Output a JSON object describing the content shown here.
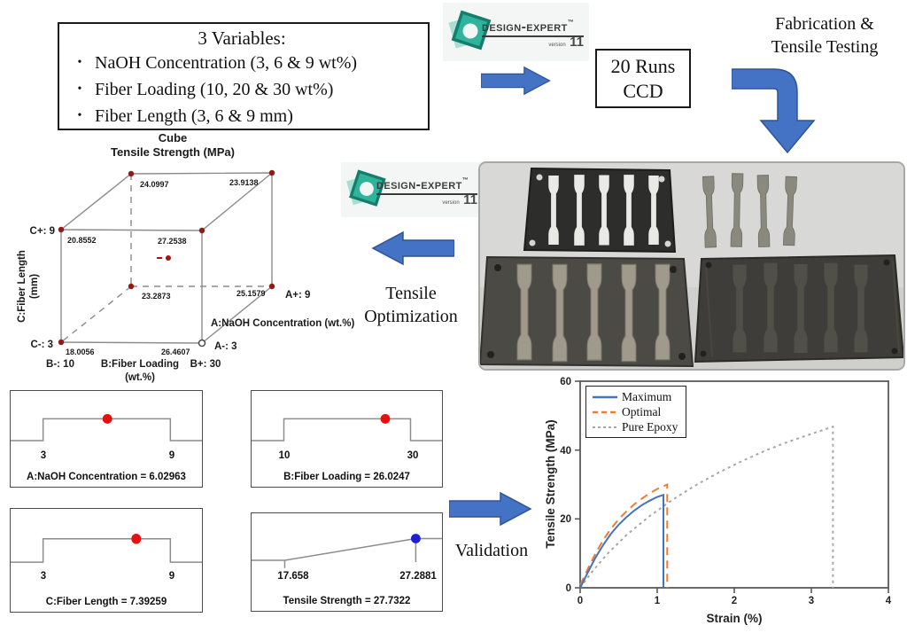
{
  "colors": {
    "arrow_fill": "#4472c4",
    "arrow_stroke": "#2f5496",
    "dot_red": "#e8100c",
    "dot_blue": "#1f1fd4",
    "corner_red": "#8e1a1a",
    "line_gray": "#8c8c8c"
  },
  "variables_box": {
    "title": "3 Variables:",
    "bullet": "•",
    "items": [
      "NaOH Concentration (3, 6 & 9 wt%)",
      "Fiber Loading (10, 20 & 30 wt%)",
      "Fiber Length (3, 6 & 9 mm)"
    ]
  },
  "logo": {
    "name": "Design-Expert",
    "trademark": "™",
    "version_label": "version",
    "version_number": "11"
  },
  "ccd_box": {
    "line1": "20 Runs",
    "line2": "CCD"
  },
  "flow": {
    "fabrication_line1": "Fabrication &",
    "fabrication_line2": "Tensile Testing",
    "tensile_line1": "Tensile",
    "tensile_line2": "Optimization",
    "validation": "Validation"
  },
  "cube": {
    "title": "Cube",
    "subtitle": "Tensile Strength (MPa)",
    "values": {
      "top_back_left": "24.0997",
      "top_back_right": "23.9138",
      "top_front_left": "20.8552",
      "top_front_right": "27.2538",
      "bottom_back_left": "23.2873",
      "bottom_back_right": "25.1579",
      "bottom_front_left": "18.0056",
      "bottom_front_right": "26.4607"
    },
    "corners": {
      "c_plus": "C+: 9",
      "c_minus": "C-: 3",
      "b_minus": "B-: 10",
      "b_plus": "B+: 30",
      "a_minus": "A-: 3",
      "a_plus": "A+: 9"
    },
    "axes": {
      "a": "A:NaOH Concentration (wt.%)",
      "b_line1": "B:Fiber Loading",
      "b_line2": "(wt.%)",
      "c_line1": "C:Fiber Length",
      "c_line2": "(mm)"
    }
  },
  "factor_plots": [
    {
      "caption": "A:NaOH Concentration = 6.02963",
      "low_label": "3",
      "high_label": "9",
      "dot_frac": 0.505,
      "dot_color": "red",
      "type": "step"
    },
    {
      "caption": "B:Fiber Loading = 26.0247",
      "low_label": "10",
      "high_label": "30",
      "dot_frac": 0.801,
      "dot_color": "red",
      "type": "step"
    },
    {
      "caption": "C:Fiber Length = 7.39259",
      "low_label": "3",
      "high_label": "9",
      "dot_frac": 0.732,
      "dot_color": "red",
      "type": "step"
    },
    {
      "caption": "Tensile Strength = 27.7322",
      "low_label": "17.658",
      "high_label": "27.2881",
      "dot_frac": 1.0,
      "dot_color": "blue",
      "type": "ramp"
    }
  ],
  "chart_data": {
    "type": "line",
    "xlabel": "Strain (%)",
    "ylabel": "Tensile Strength (MPa)",
    "xlim": [
      0,
      4
    ],
    "ylim": [
      0,
      60
    ],
    "x_ticks": [
      0,
      1,
      2,
      3,
      4
    ],
    "y_ticks": [
      0,
      20,
      40,
      60
    ],
    "grid": false,
    "legend_position": "top-left",
    "series": [
      {
        "name": "Maximum",
        "style": "solid",
        "color": "#4472c4",
        "peak_strain": 1.08,
        "peak_stress": 27,
        "points": [
          [
            0,
            0
          ],
          [
            0.1,
            4.5
          ],
          [
            0.2,
            8.8
          ],
          [
            0.3,
            12.5
          ],
          [
            0.4,
            15.7
          ],
          [
            0.5,
            18.3
          ],
          [
            0.6,
            20.5
          ],
          [
            0.7,
            22.4
          ],
          [
            0.8,
            24
          ],
          [
            0.9,
            25.3
          ],
          [
            1.0,
            26.4
          ],
          [
            1.08,
            27
          ],
          [
            1.08,
            0
          ]
        ]
      },
      {
        "name": "Optimal",
        "style": "dashed",
        "color": "#ed7d31",
        "peak_strain": 1.13,
        "peak_stress": 30,
        "points": [
          [
            0,
            0.8
          ],
          [
            0.1,
            5.5
          ],
          [
            0.2,
            10
          ],
          [
            0.3,
            13.9
          ],
          [
            0.4,
            17.2
          ],
          [
            0.5,
            19.9
          ],
          [
            0.6,
            22.2
          ],
          [
            0.7,
            24.2
          ],
          [
            0.8,
            25.9
          ],
          [
            0.9,
            27.4
          ],
          [
            1.0,
            28.7
          ],
          [
            1.13,
            30
          ],
          [
            1.13,
            0
          ]
        ]
      },
      {
        "name": "Pure Epoxy",
        "style": "dotted",
        "color": "#a6a6a6",
        "peak_strain": 3.28,
        "peak_stress": 47,
        "points": [
          [
            0,
            0
          ],
          [
            0.15,
            4.5
          ],
          [
            0.35,
            9.8
          ],
          [
            0.6,
            15.3
          ],
          [
            0.9,
            20.8
          ],
          [
            1.2,
            25.6
          ],
          [
            1.5,
            29.8
          ],
          [
            1.8,
            33.5
          ],
          [
            2.1,
            36.8
          ],
          [
            2.4,
            39.8
          ],
          [
            2.7,
            42.4
          ],
          [
            3.0,
            44.7
          ],
          [
            3.28,
            46.8
          ],
          [
            3.28,
            0
          ]
        ]
      }
    ]
  }
}
